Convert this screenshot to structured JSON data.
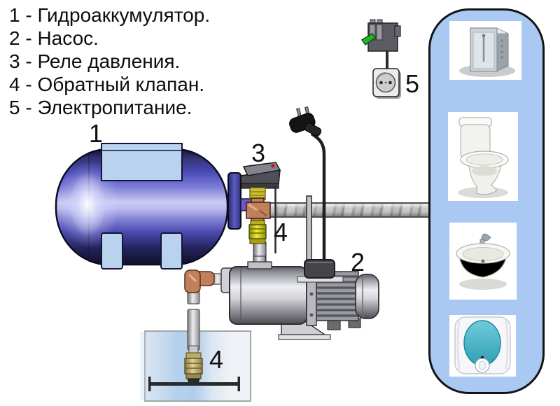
{
  "legend": {
    "items": [
      {
        "text": "1 - Гидроаккумулятор."
      },
      {
        "text": "2 - Насос."
      },
      {
        "text": "3 - Реле давления."
      },
      {
        "text": "4 - Обратный клапан."
      },
      {
        "text": "5 - Электропитание."
      }
    ]
  },
  "diagram": {
    "labels": {
      "tank": "1",
      "pump": "2",
      "relay": "3",
      "check_valve_top": "4",
      "check_valve_well": "4",
      "power": "5"
    },
    "icons": [
      "hydroaccumulator-tank",
      "pump",
      "pressure-relay",
      "cross-fitting",
      "check-valve",
      "foot-valve",
      "power-plug",
      "circuit-breaker",
      "power-socket",
      "supply-pipe",
      "well",
      "shower-cabin",
      "toilet",
      "washbasin",
      "water-heater"
    ]
  },
  "colors": {
    "panel-blue": "#a9c9f3",
    "tank-blue": "#4a4ab8",
    "tank-plate": "#b9d3ee",
    "brass": "#c0805c",
    "valve-yellow": "#e0d920",
    "lever-green": "#28b428",
    "boiler-teal": "#3fb0c4",
    "pipe-gray": "#bcbcbc",
    "label-color": "#111111",
    "background": "#ffffff"
  }
}
